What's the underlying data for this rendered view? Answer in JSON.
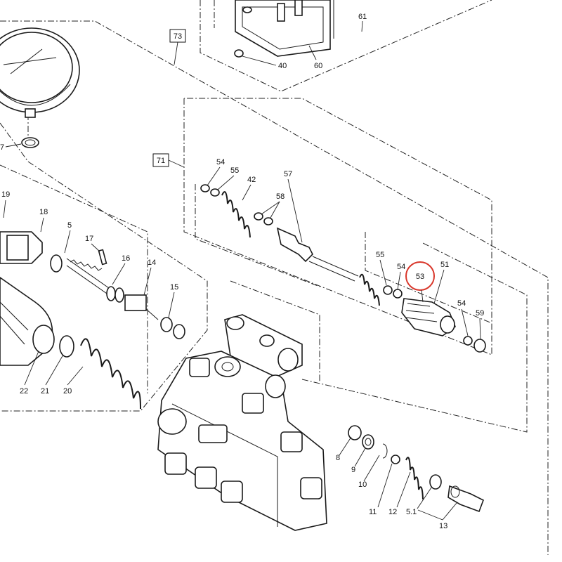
{
  "colors": {
    "highlight": "#d9372b",
    "line": "#1a1a1a"
  },
  "labels": {
    "l73": "73",
    "l71": "71",
    "l61": "61",
    "l60": "60",
    "l40": "40",
    "l7": "7",
    "l19": "19",
    "l18": "18",
    "l5": "5",
    "l17": "17",
    "l16": "16",
    "l14": "14",
    "l15": "15",
    "l22": "22",
    "l21": "21",
    "l20": "20",
    "l54a": "54",
    "l55a": "55",
    "l42": "42",
    "l57": "57",
    "l58": "58",
    "l55b": "55",
    "l54b": "54",
    "l53": "53",
    "l51": "51",
    "l54c": "54",
    "l59": "59",
    "l8": "8",
    "l9": "9",
    "l10": "10",
    "l11": "11",
    "l12": "12",
    "l5_1": "5.1",
    "l13": "13"
  },
  "highlight": {
    "label": "53"
  }
}
